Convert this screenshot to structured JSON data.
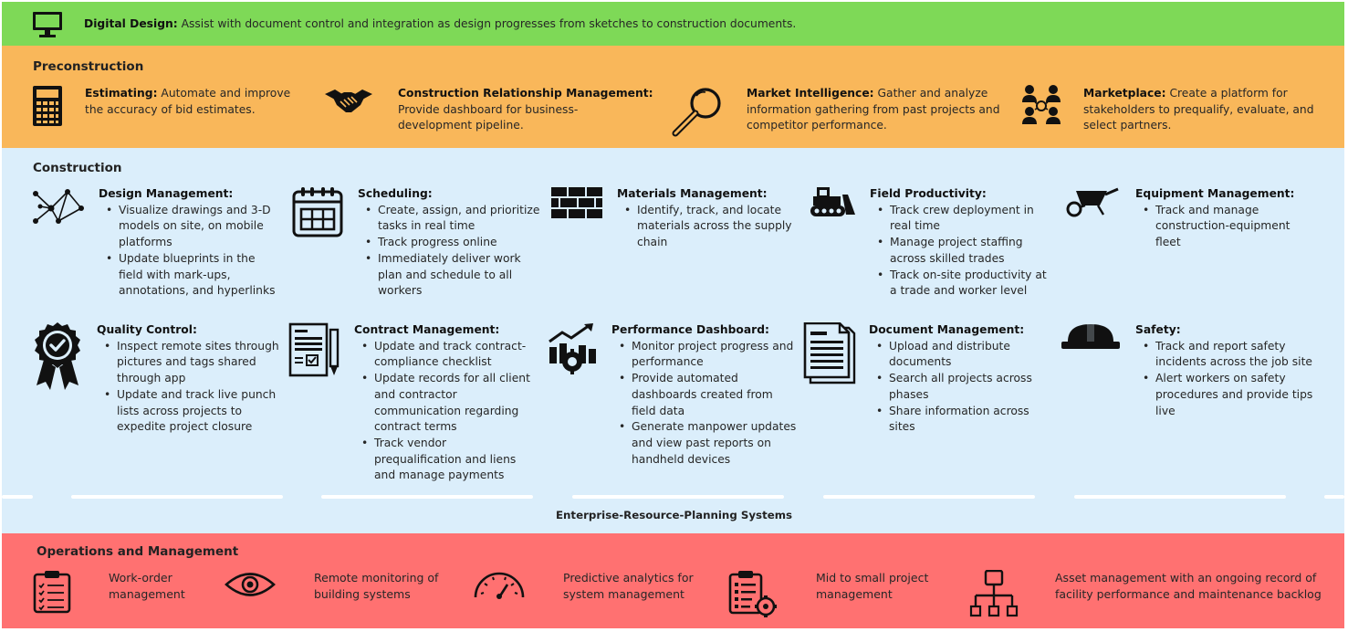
{
  "digital": {
    "title": "Digital Design:",
    "desc": " Assist with document control and integration as design progresses from sketches to construction documents."
  },
  "preconstruction": {
    "title": "Preconstruction",
    "items": [
      {
        "title": "Estimating:",
        "line1": " Automate and improve",
        "line2": "the accuracy of bid estimates.",
        "icon": "calculator-icon"
      },
      {
        "title": "Construction Relationship Management:",
        "line1": "Provide dashboard for business-",
        "line2": "development pipeline.",
        "icon": "handshake-icon"
      },
      {
        "title": "Market Intelligence:",
        "line1": " Gather and analyze",
        "line2": "information gathering from past projects and",
        "line3": "competitor performance.",
        "icon": "magnifier-icon"
      },
      {
        "title": "Marketplace:",
        "line1": " Create a platform for",
        "line2": "stakeholders to prequalify, evaluate, and",
        "line3": "select partners.",
        "icon": "network-people-icon"
      }
    ]
  },
  "construction": {
    "title": "Construction",
    "row1": [
      {
        "title": "Design Management:",
        "bullets": [
          "Visualize drawings and 3-D models on site, on mobile platforms",
          "Update blueprints in the field with mark-ups, annotations, and hyperlinks"
        ]
      },
      {
        "title": "Scheduling:",
        "bullets": [
          "Create, assign, and prioritize tasks in real time",
          "Track progress online",
          "Immediately deliver work plan and schedule to all workers"
        ]
      },
      {
        "title": "Materials Management:",
        "bullets": [
          "Identify, track, and locate materials across the supply chain"
        ]
      },
      {
        "title": "Field Productivity:",
        "bullets": [
          "Track crew deployment in real time",
          "Manage project staffing across skilled trades",
          "Track on-site productivity at a trade and worker level"
        ]
      },
      {
        "title": "Equipment Management:",
        "bullets": [
          "Track and manage construction-equipment fleet"
        ]
      }
    ],
    "row2": [
      {
        "title": "Quality Control:",
        "bullets": [
          "Inspect remote sites through pictures and tags shared through app",
          "Update and track live punch lists across projects to expedite project closure"
        ]
      },
      {
        "title": "Contract Management:",
        "bullets": [
          "Update and track contract-compliance checklist",
          "Update records for all client and contractor communication regarding contract terms",
          "Track vendor prequalification and liens and manage payments"
        ]
      },
      {
        "title": "Performance Dashboard:",
        "bullets": [
          "Monitor project progress and performance",
          "Provide automated dashboards created from field data",
          "Generate manpower updates and view past reports on handheld devices"
        ]
      },
      {
        "title": "Document Management:",
        "bullets": [
          "Upload and distribute documents",
          "Search all projects across phases",
          "Share information across sites"
        ]
      },
      {
        "title": "Safety:",
        "bullets": [
          "Track and report safety incidents across the job site",
          "Alert workers on safety procedures and provide tips live"
        ]
      }
    ]
  },
  "erp": {
    "label": "Enterprise-Resource-Planning Systems"
  },
  "operations": {
    "title": "Operations and Management",
    "items": [
      {
        "line1": "Work-order",
        "line2": "management"
      },
      {
        "line1": "Remote monitoring of",
        "line2": "building systems"
      },
      {
        "line1": "Predictive analytics for",
        "line2": "system management"
      },
      {
        "line1": "Mid to small project",
        "line2": "management"
      },
      {
        "line1": "Asset management with an ongoing record of",
        "line2": "facility performance and maintenance backlog"
      }
    ]
  },
  "colors": {
    "digital": "#7ed957",
    "preconstruction": "#f9b75a",
    "construction": "#dbeefb",
    "operations": "#ff7171"
  }
}
